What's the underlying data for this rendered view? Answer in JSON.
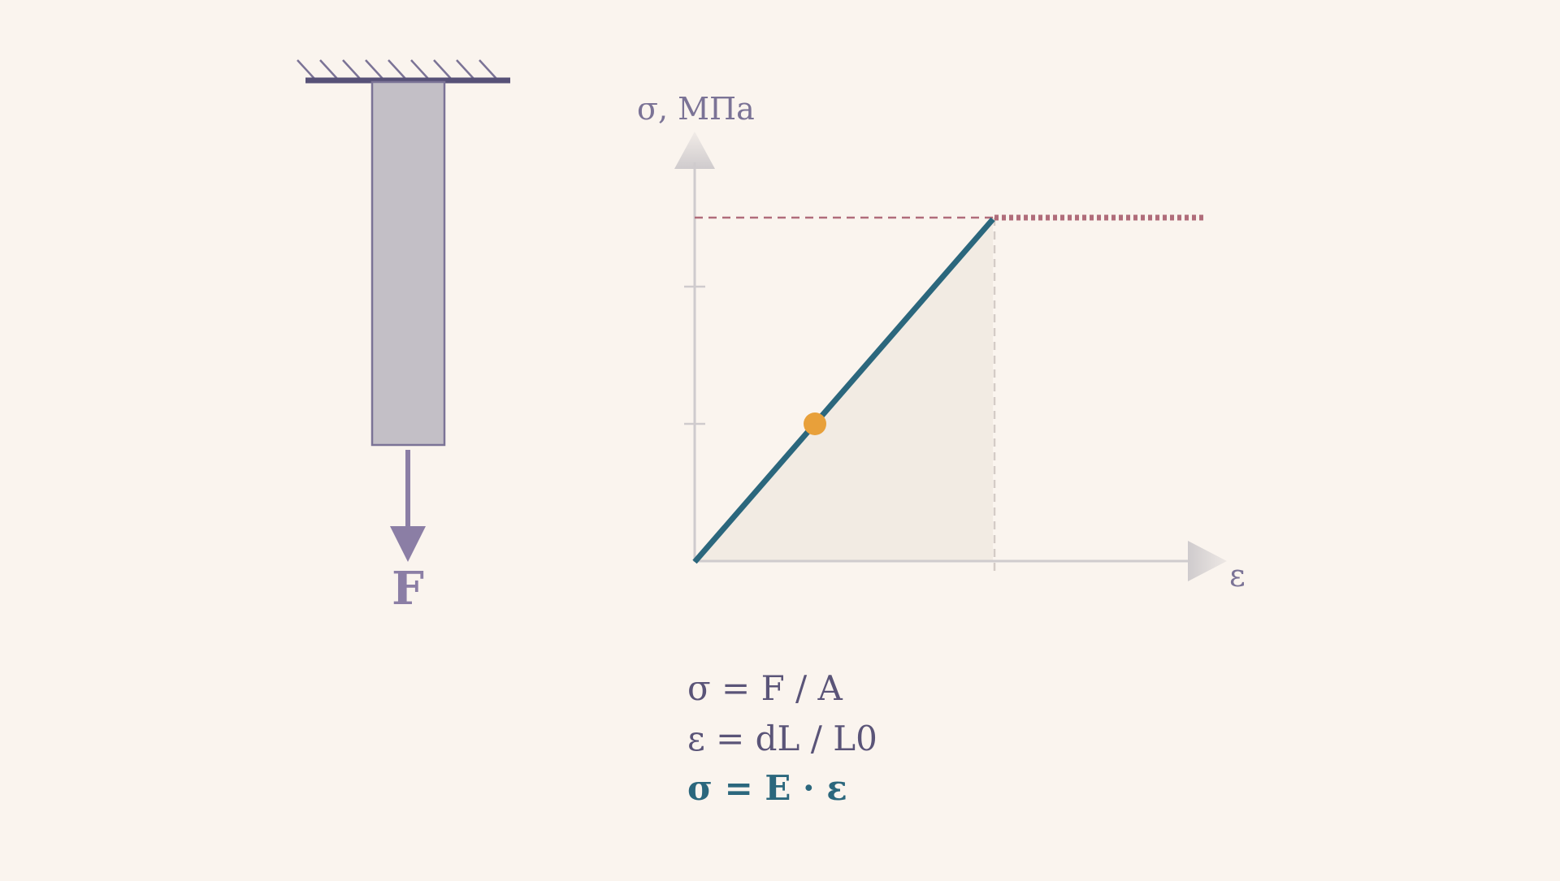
{
  "diagram": {
    "bar": {
      "force_label": "F"
    },
    "graph": {
      "y_axis_label": "σ, МПа",
      "x_axis_label": "ε"
    },
    "formulas": [
      "σ = F / A",
      "ε = dL / L0",
      "σ = E · ε"
    ]
  },
  "colors": {
    "background": "#faf4ee",
    "bar_fill": "#c3bfc6",
    "bar_stroke": "#7b7396",
    "support": "#575177",
    "force": "#8b7ea5",
    "axis": "#cfcbcd",
    "elastic_line": "#2b677d",
    "limit_line": "#b06c7a",
    "area_fill": "#f2ebe3",
    "point": "#e8a03a",
    "text": "#5a5478",
    "formula_highlight": "#2b677d"
  },
  "icons": {
    "support": "fixed-support-hatch-icon",
    "force": "arrow-down-icon",
    "point": "point-marker-icon"
  }
}
